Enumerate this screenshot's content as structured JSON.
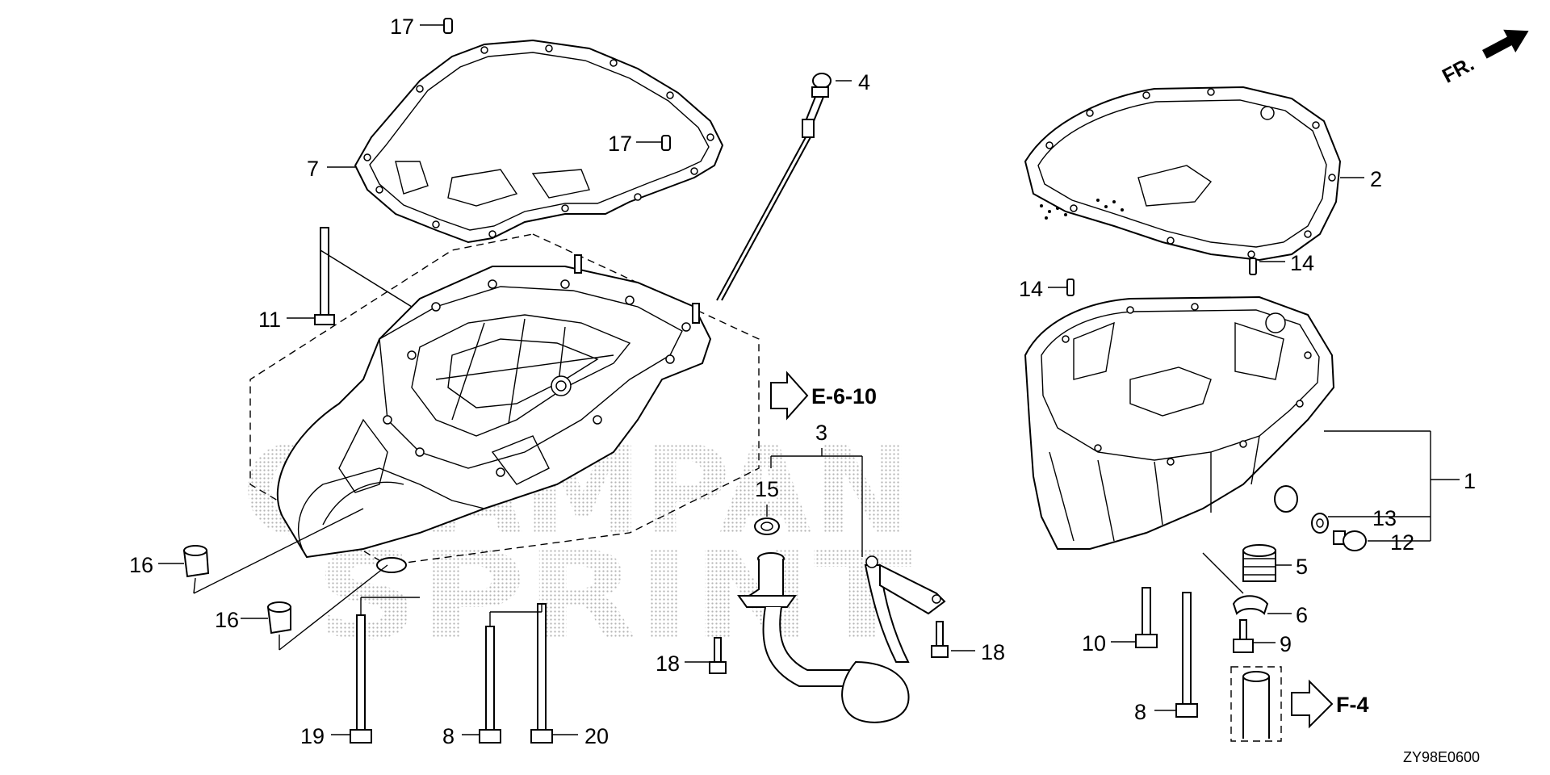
{
  "diagram_code": "ZY98E0600",
  "front_indicator": "FR.",
  "callouts": {
    "c1": "1",
    "c2": "2",
    "c3": "3",
    "c4": "4",
    "c5": "5",
    "c6": "6",
    "c7": "7",
    "c8a": "8",
    "c8b": "8",
    "c9": "9",
    "c10": "10",
    "c11": "11",
    "c12": "12",
    "c13": "13",
    "c14a": "14",
    "c14b": "14",
    "c15": "15",
    "c16a": "16",
    "c16b": "16",
    "c17a": "17",
    "c17b": "17",
    "c18a": "18",
    "c18b": "18",
    "c19": "19",
    "c20": "20"
  },
  "references": {
    "ref_e": "E-6-10",
    "ref_f": "F-4"
  },
  "colors": {
    "line": "#000000",
    "background": "#ffffff",
    "watermark": "#b5b5b5"
  },
  "icons": {
    "front_arrow": "arrow-right-icon",
    "ref_arrow": "hollow-arrow-icon"
  }
}
